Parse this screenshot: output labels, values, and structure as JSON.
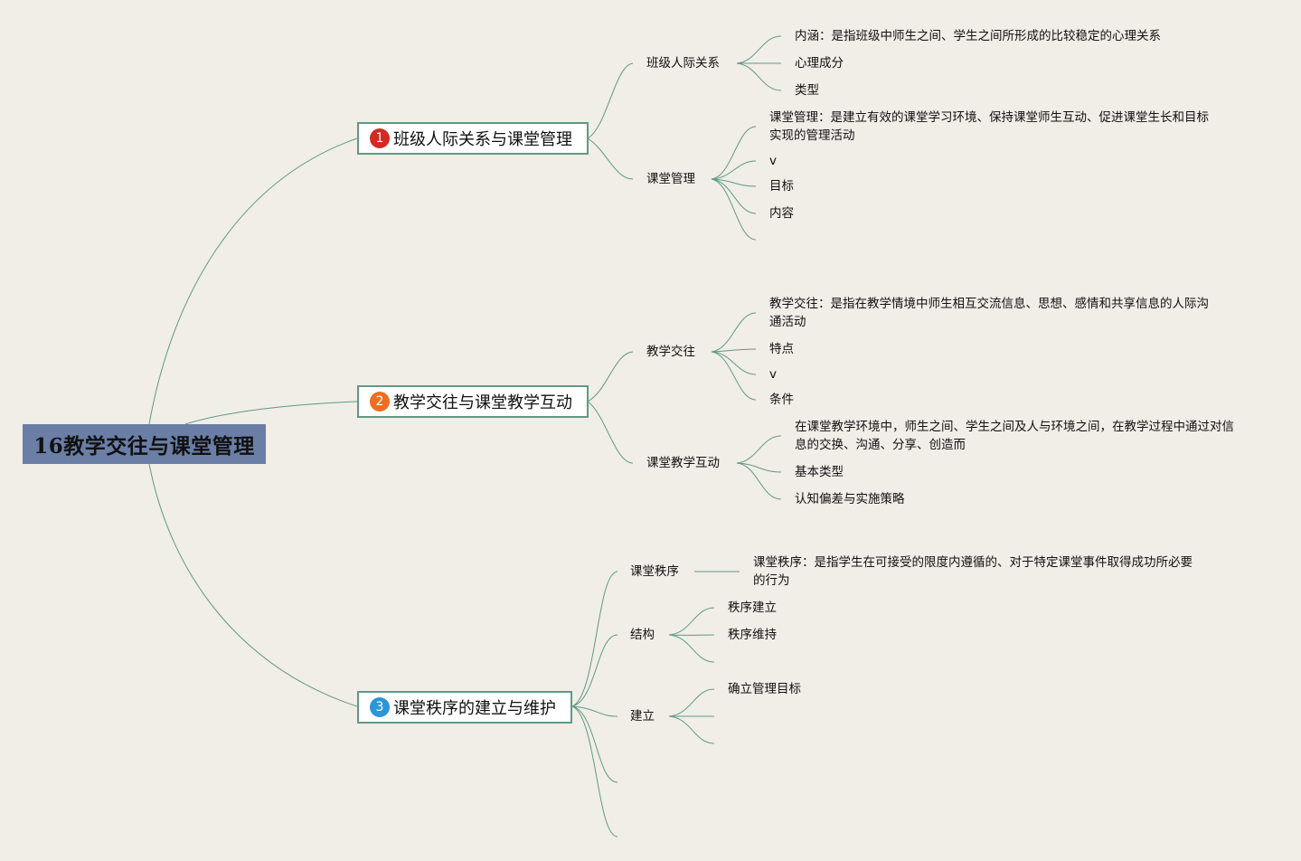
{
  "root": {
    "label": "16教学交往与课堂管理"
  },
  "colors": {
    "background": "#f1ede7",
    "root_fill": "#6a7ea6",
    "connector": "#5f9a84",
    "badge_1": "#d42a1f",
    "badge_2": "#ef6d22",
    "badge_3": "#2d95d9"
  },
  "branches": [
    {
      "number": "1",
      "label": "班级人际关系与课堂管理",
      "children": [
        {
          "label": "班级人际关系",
          "children": [
            "内涵：是指班级中师生之间、学生之间所形成的比较稳定的心理关系",
            "心理成分",
            "类型"
          ]
        },
        {
          "label": "课堂管理",
          "children": [
            "课堂管理：是建立有效的课堂学习环境、保持课堂师生互动、促进课堂生长和目标实现的管理活动",
            "v",
            "目标",
            "内容"
          ]
        }
      ]
    },
    {
      "number": "2",
      "label": "教学交往与课堂教学互动",
      "children": [
        {
          "label": "教学交往",
          "children": [
            "教学交往：是指在教学情境中师生相互交流信息、思想、感情和共享信息的人际沟通活动",
            "特点",
            "v",
            "条件"
          ]
        },
        {
          "label": "课堂教学互动",
          "children": [
            "在课堂教学环境中，师生之间、学生之间及人与环境之间，在教学过程中通过对信息的交换、沟通、分享、创造而",
            "基本类型",
            "认知偏差与实施策略"
          ]
        }
      ]
    },
    {
      "number": "3",
      "label": "课堂秩序的建立与维护",
      "children": [
        {
          "label": "课堂秩序",
          "children": [
            "课堂秩序：是指学生在可接受的限度内遵循的、对于特定课堂事件取得成功所必要的行为"
          ]
        },
        {
          "label": "结构",
          "children": [
            "秩序建立",
            "秩序维持"
          ]
        },
        {
          "label": "建立",
          "children": [
            "确立管理目标"
          ]
        }
      ]
    }
  ]
}
